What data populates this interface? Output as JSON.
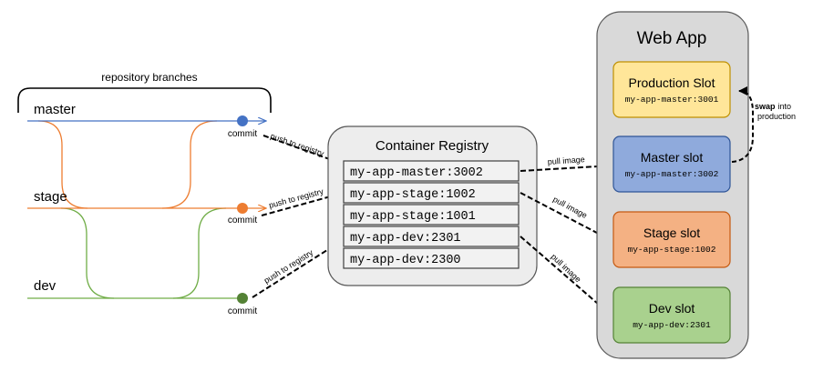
{
  "repository": {
    "label": "repository branches",
    "branches": [
      {
        "name": "master",
        "color": "#4472C4",
        "commit_label": "commit"
      },
      {
        "name": "stage",
        "color": "#ED7D31",
        "commit_label": "commit"
      },
      {
        "name": "dev",
        "color": "#70AD47",
        "commit_label": "commit"
      }
    ]
  },
  "push_labels": [
    "push to registry",
    "push to registry",
    "push to registry"
  ],
  "registry": {
    "title": "Container Registry",
    "images": [
      "my-app-master:3002",
      "my-app-stage:1002",
      "my-app-stage:1001",
      "my-app-dev:2301",
      "my-app-dev:2300"
    ]
  },
  "pull_labels": [
    "pull image",
    "pull image",
    "pull image"
  ],
  "webapp": {
    "title": "Web App",
    "slots": [
      {
        "name": "Production Slot",
        "image": "my-app-master:3001",
        "fill": "#FFE699",
        "stroke": "#BF9000"
      },
      {
        "name": "Master slot",
        "image": "my-app-master:3002",
        "fill": "#8FAADC",
        "stroke": "#2F5597"
      },
      {
        "name": "Stage slot",
        "image": "my-app-stage:1002",
        "fill": "#F4B183",
        "stroke": "#C55A11"
      },
      {
        "name": "Dev slot",
        "image": "my-app-dev:2301",
        "fill": "#A9D18E",
        "stroke": "#548235"
      }
    ]
  },
  "swap": {
    "bold": "swap",
    "rest": "into",
    "line2": "production"
  },
  "colors": {
    "panel_fill": "#D9D9D9",
    "panel_stroke": "#595959",
    "registry_fill": "#EDEDED"
  }
}
